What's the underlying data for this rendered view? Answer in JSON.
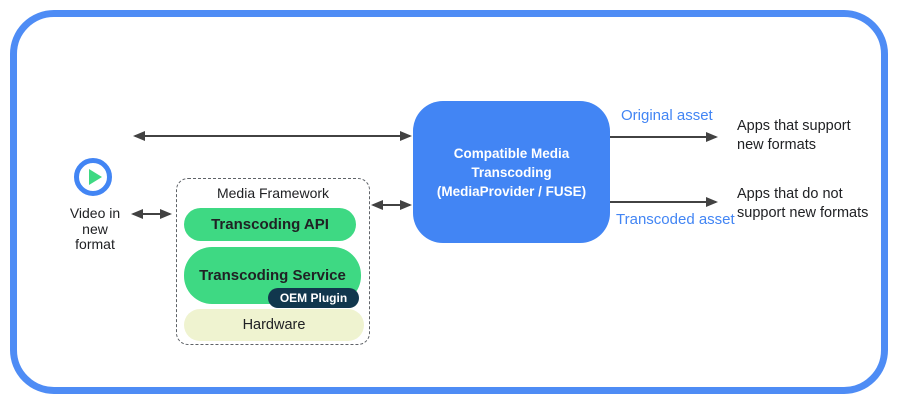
{
  "colors": {
    "accent_blue": "#4285F4",
    "frame_border_blue": "#4E8CF5",
    "green": "#3ED983",
    "dark_navy": "#11374D",
    "cream": "#EFF3D0",
    "arrow_gray": "#424242",
    "text_dark": "#202124"
  },
  "source": {
    "label": "Video in\nnew\nformat"
  },
  "media_framework": {
    "title": "Media Framework",
    "transcoding_api": "Transcoding API",
    "transcoding_service": "Transcoding Service",
    "oem_plugin": "OEM Plugin",
    "hardware": "Hardware"
  },
  "transcoding_box": {
    "label": "Compatible Media\nTranscoding\n(MediaProvider / FUSE)"
  },
  "outputs": {
    "original_asset_label": "Original asset",
    "transcoded_asset_label": "Transcoded asset",
    "apps_support": "Apps that support\nnew formats",
    "apps_no_support": "Apps that do not\nsupport new formats"
  }
}
